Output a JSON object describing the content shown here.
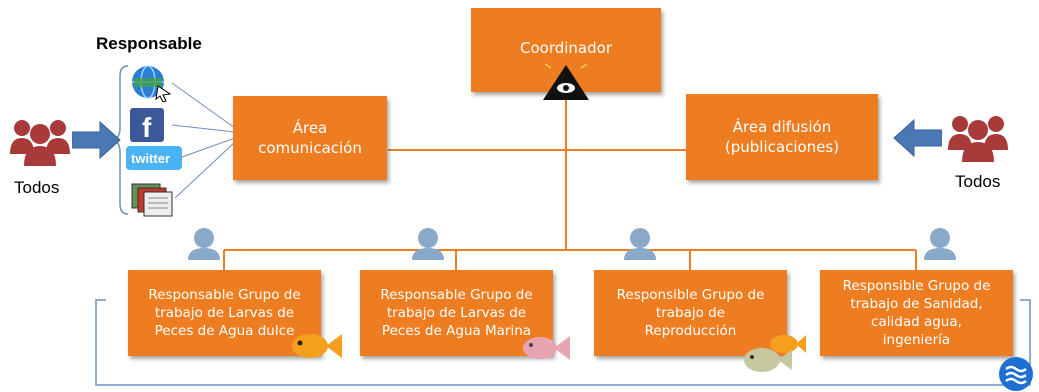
{
  "coordinator": {
    "label": "Coordinador"
  },
  "area_comunicacion": {
    "label": "Área\ncomunicación"
  },
  "area_difusion": {
    "label": "Área difusión\n(publicaciones)"
  },
  "responsable_title": "Responsable",
  "todos_left": "Todos",
  "todos_right": "Todos",
  "groups": [
    {
      "label": "Responsable Grupo de\ntrabajo de Larvas de\nPeces de Agua dulce"
    },
    {
      "label": "Responsable Grupo de\ntrabajo de Larvas de\nPeces de Agua Marina"
    },
    {
      "label": "Responsible Grupo de\ntrabajo de\nReproducción"
    },
    {
      "label": "Responsible Grupo de\ntrabajo de Sanidad,\ncalidad agua,\ningeniería"
    }
  ],
  "social_icons": [
    "web-globe-icon",
    "facebook-icon",
    "twitter-icon",
    "news-feed-icon"
  ],
  "colors": {
    "box": "#ee7d22",
    "connector": "#ee7d22",
    "people": "#a83a3a",
    "arrow": "#4a78b5",
    "person": "#8aa8c8",
    "bracket": "#6e8fbf"
  }
}
